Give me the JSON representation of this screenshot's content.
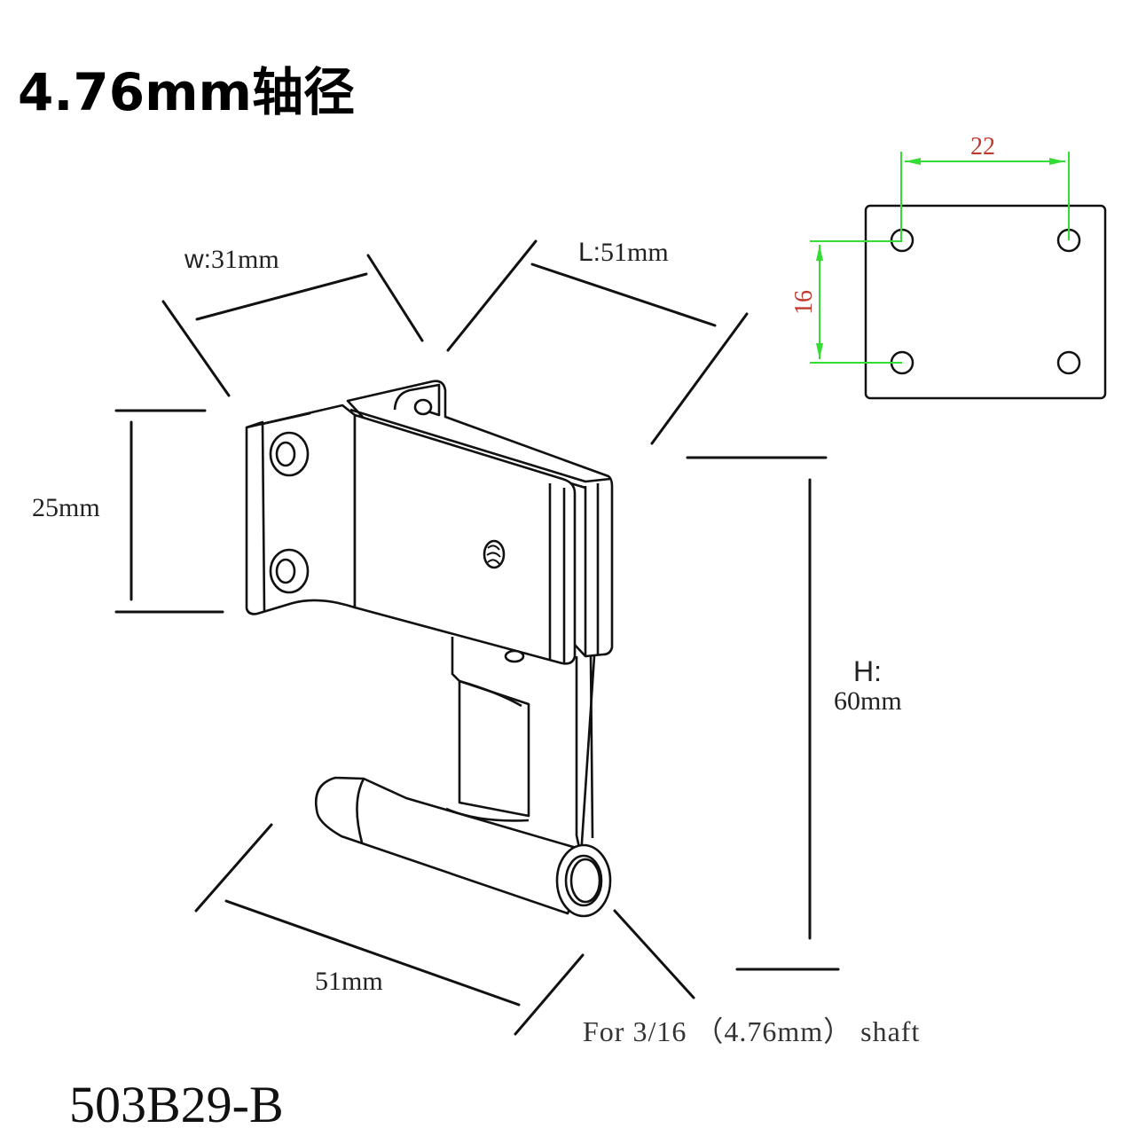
{
  "title": "4.76mm轴径",
  "model": "503B29-B",
  "dimensions": {
    "width_label_prefix": "w:",
    "width_value": "31mm",
    "length_label_prefix": "L:",
    "length_value": "51mm",
    "plate_height": "25mm",
    "height_label_prefix": "H:",
    "height_value": "60mm",
    "shaft_length": "51mm"
  },
  "note": "For 3/16 （4.76mm） shaft",
  "hole_pattern": {
    "horizontal_spacing": "22",
    "vertical_spacing": "16",
    "dimension_line_color": "#22cc22",
    "dimension_text_color": "#c0392b"
  }
}
